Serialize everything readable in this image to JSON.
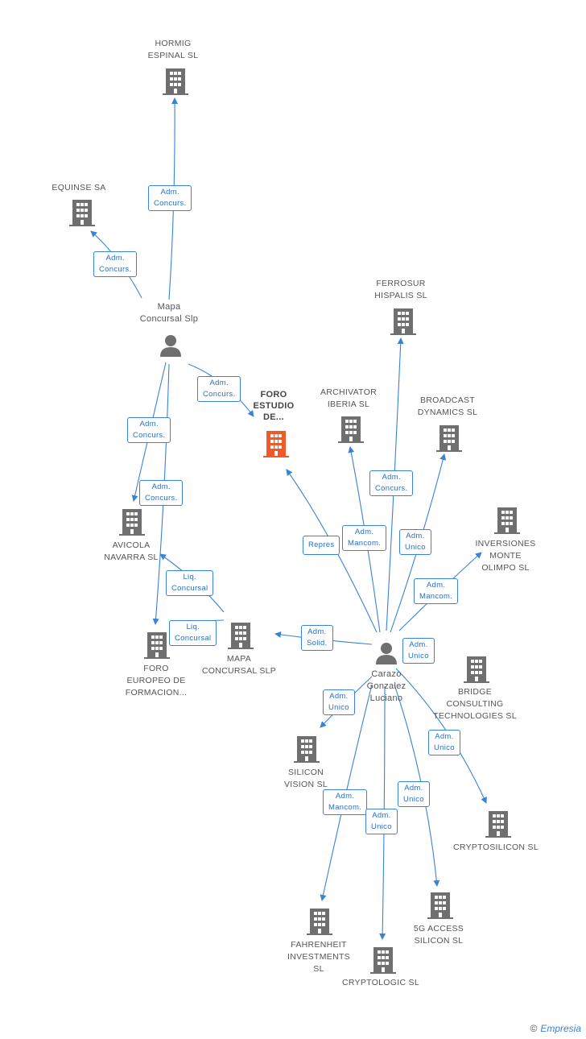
{
  "nodes": {
    "hormig": {
      "lines": [
        "HORMIG",
        "ESPINAL SL"
      ]
    },
    "equinse": {
      "lines": [
        "EQUINSE SA"
      ]
    },
    "mapa_concursal_slp_person": {
      "lines": [
        "Mapa",
        "Concursal Slp"
      ]
    },
    "foro_estudio": {
      "lines": [
        "FORO",
        "ESTUDIO",
        "DE..."
      ]
    },
    "archivator": {
      "lines": [
        "ARCHIVATOR",
        "IBERIA SL"
      ]
    },
    "ferrosur": {
      "lines": [
        "FERROSUR",
        "HISPALIS  SL"
      ]
    },
    "broadcast": {
      "lines": [
        "BROADCAST",
        "DYNAMICS SL"
      ]
    },
    "inversiones": {
      "lines": [
        "INVERSIONES",
        "MONTE",
        "OLIMPO  SL"
      ]
    },
    "avicola": {
      "lines": [
        "AVICOLA",
        "NAVARRA SL"
      ]
    },
    "foro_europeo": {
      "lines": [
        "FORO",
        "EUROPEO DE",
        "FORMACION..."
      ]
    },
    "mapa_concursal_slp_co": {
      "lines": [
        "MAPA",
        "CONCURSAL SLP"
      ]
    },
    "carazo": {
      "lines": [
        "Carazo",
        "Gonzalez",
        "Luciano"
      ]
    },
    "bridge": {
      "lines": [
        "BRIDGE",
        "CONSULTING",
        "TECHNOLOGIES SL"
      ]
    },
    "silicon_vision": {
      "lines": [
        "SILICON",
        "VISION SL"
      ]
    },
    "cryptosilicon": {
      "lines": [
        "CRYPTOSILICON SL"
      ]
    },
    "fahrenheit": {
      "lines": [
        "FAHRENHEIT",
        "INVESTMENTS",
        "SL"
      ]
    },
    "access5g": {
      "lines": [
        "5G ACCESS",
        "SILICON  SL"
      ]
    },
    "cryptologic": {
      "lines": [
        "CRYPTOLOGIC SL"
      ]
    }
  },
  "tags": {
    "t_hormig": [
      "Adm.",
      "Concurs."
    ],
    "t_equinse": [
      "Adm.",
      "Concurs."
    ],
    "t_foro_estudio_mapa": [
      "Adm.",
      "Concurs."
    ],
    "t_avicola_a": [
      "Adm.",
      "Concurs."
    ],
    "t_avicola_b": [
      "Adm.",
      "Concurs."
    ],
    "t_liq_1": [
      "Liq.",
      "Concursal"
    ],
    "t_liq_2": [
      "Liq.",
      "Concursal"
    ],
    "t_ferrosur": [
      "Adm.",
      "Concurs."
    ],
    "t_repres": [
      "Repres"
    ],
    "t_archivator": [
      "Adm.",
      "Mancom."
    ],
    "t_broadcast": [
      "Adm.",
      "Unico"
    ],
    "t_inversiones": [
      "Adm.",
      "Mancom."
    ],
    "t_solid": [
      "Adm.",
      "Solid."
    ],
    "t_carazo_unico": [
      "Adm.",
      "Unico"
    ],
    "t_silicon": [
      "Adm.",
      "Unico"
    ],
    "t_cryptosilicon": [
      "Adm.",
      "Unico"
    ],
    "t_fahrenheit": [
      "Adm.",
      "Mancom."
    ],
    "t_cryptologic": [
      "Adm.",
      "Unico"
    ],
    "t_5g": [
      "Adm.",
      "Unico"
    ]
  },
  "colors": {
    "edge": "#3a82d6",
    "building": "#6f6f6f",
    "main_building": "#f05a28",
    "person": "#6f6f6f"
  },
  "brand": {
    "copyright": "©",
    "name": "Empresia"
  }
}
